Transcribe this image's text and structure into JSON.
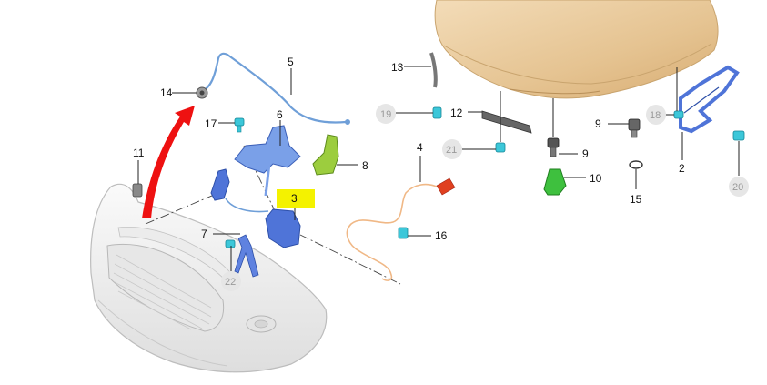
{
  "diagram": {
    "callouts": [
      {
        "id": "c14",
        "text": "14"
      },
      {
        "id": "c5",
        "text": "5"
      },
      {
        "id": "c17",
        "text": "17"
      },
      {
        "id": "c6",
        "text": "6"
      },
      {
        "id": "c8",
        "text": "8"
      },
      {
        "id": "c11",
        "text": "11"
      },
      {
        "id": "c3",
        "text": "3"
      },
      {
        "id": "c7",
        "text": "7"
      },
      {
        "id": "c22",
        "text": "22"
      },
      {
        "id": "c4",
        "text": "4"
      },
      {
        "id": "c16",
        "text": "16"
      },
      {
        "id": "c13",
        "text": "13"
      },
      {
        "id": "c19",
        "text": "19"
      },
      {
        "id": "c12",
        "text": "12"
      },
      {
        "id": "c21",
        "text": "21"
      },
      {
        "id": "c9a",
        "text": "9"
      },
      {
        "id": "c9b",
        "text": "9"
      },
      {
        "id": "c10",
        "text": "10"
      },
      {
        "id": "c15",
        "text": "15"
      },
      {
        "id": "c18",
        "text": "18"
      },
      {
        "id": "c2",
        "text": "2"
      },
      {
        "id": "c20",
        "text": "20"
      }
    ],
    "highlight_color": "#f4f200",
    "part_colors": {
      "hood": "#e8c89a",
      "bumper": "#f1f1f1",
      "cable": "#6f9fd8",
      "bracket_blue": "#4f74d8",
      "bracket_green": "#8fc23a",
      "clip_cyan": "#3cc7d9",
      "arrow_red": "#ee1111",
      "wire_orange": "#f0b886",
      "connector_red": "#e04020"
    }
  }
}
